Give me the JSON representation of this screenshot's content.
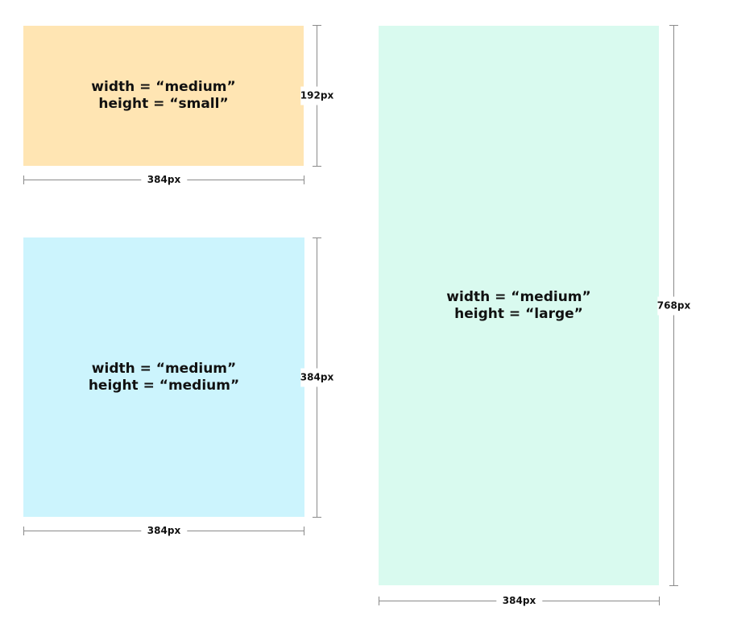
{
  "colors": {
    "small_fill": "#FFE5B3",
    "medium_fill": "#CCF4FD",
    "large_fill": "#D9FAEF",
    "dimension_line": "#8A8A8A",
    "text": "#111111"
  },
  "boxes": {
    "small": {
      "width_text": "width = “medium”",
      "height_text": "height = “small”",
      "width_dim": "384px",
      "height_dim": "192px"
    },
    "medium": {
      "width_text": "width = “medium”",
      "height_text": "height = “medium”",
      "width_dim": "384px",
      "height_dim": "384px"
    },
    "large": {
      "width_text": "width = “medium”",
      "height_text": "height = “large”",
      "width_dim": "384px",
      "height_dim": "768px"
    }
  }
}
